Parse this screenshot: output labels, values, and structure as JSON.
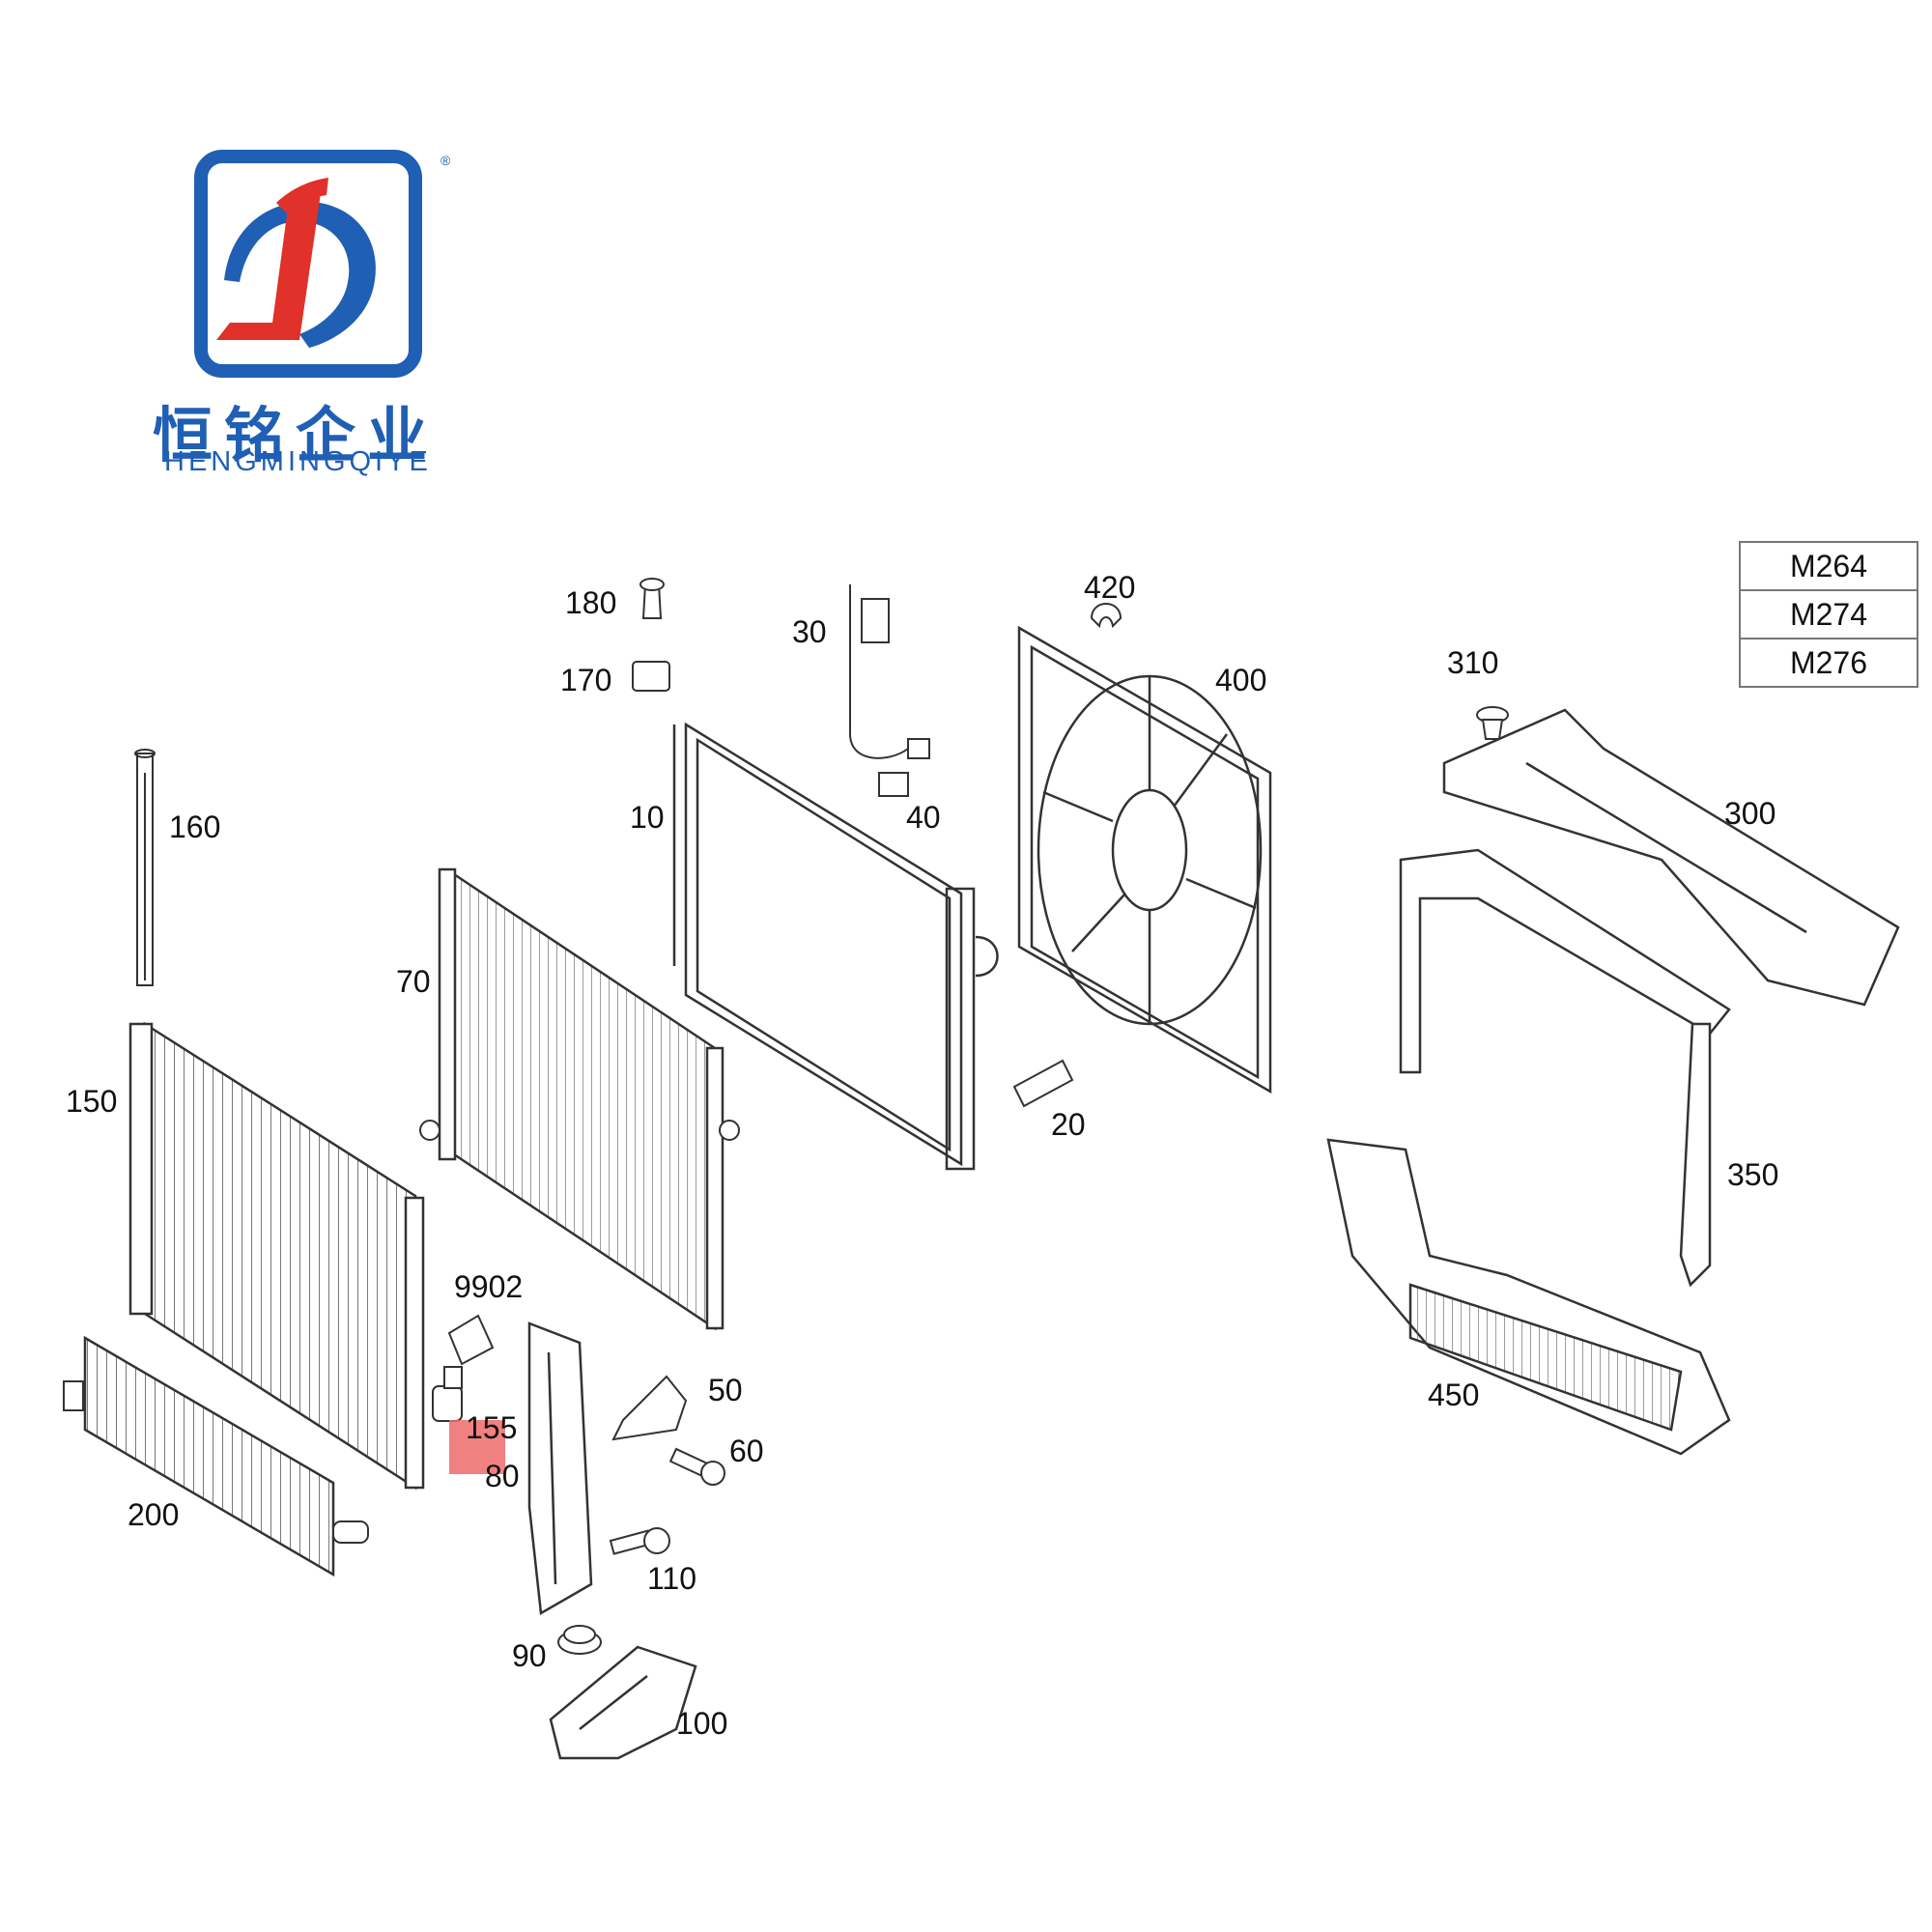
{
  "logo": {
    "name_cn": "恒铭企业",
    "name_en": "HENGMINGQIYE",
    "registered": "®",
    "colors": {
      "blue": "#1f5fb4",
      "red": "#e0312a"
    }
  },
  "engine_codes": [
    "M264",
    "M274",
    "M276"
  ],
  "callouts": {
    "c10": "10",
    "c20": "20",
    "c30": "30",
    "c40": "40",
    "c50": "50",
    "c60": "60",
    "c70": "70",
    "c80": "80",
    "c90": "90",
    "c100": "100",
    "c110": "110",
    "c150": "150",
    "c155": "155",
    "c160": "160",
    "c170": "170",
    "c180": "180",
    "c200": "200",
    "c300": "300",
    "c310": "310",
    "c350": "350",
    "c400": "400",
    "c420": "420",
    "c450": "450",
    "c9902": "9902"
  },
  "highlight_color": "#ef6b6b"
}
